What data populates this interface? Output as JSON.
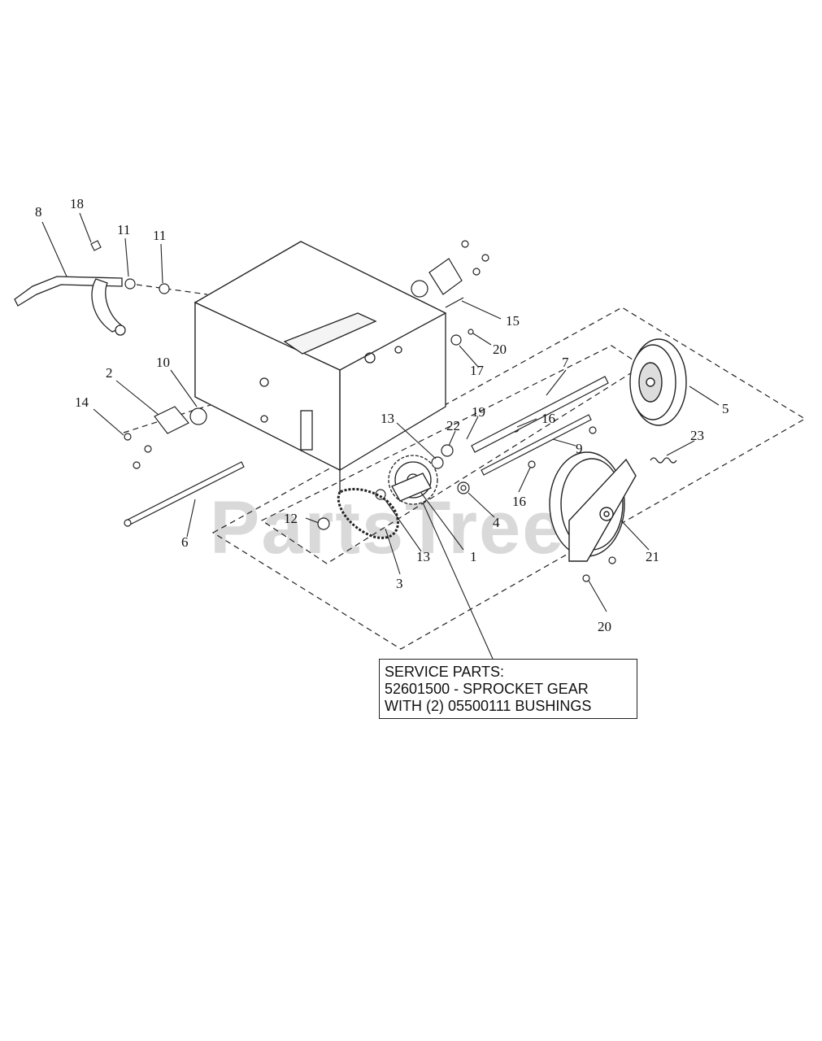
{
  "watermark": "PartsTree",
  "callouts": {
    "c8": "8",
    "c18": "18",
    "c11a": "11",
    "c11b": "11",
    "c15": "15",
    "c20a": "20",
    "c17": "17",
    "c7": "7",
    "c5": "5",
    "c2": "2",
    "c10": "10",
    "c14": "14",
    "c13a": "13",
    "c22": "22",
    "c19": "19",
    "c16a": "16",
    "c23": "23",
    "c9": "9",
    "c16b": "16",
    "c4": "4",
    "c12": "12",
    "c6": "6",
    "c13b": "13",
    "c1": "1",
    "c3": "3",
    "c21": "21",
    "c20b": "20"
  },
  "service_parts": {
    "line1": "SERVICE PARTS:",
    "line2": "52601500 - SPROCKET GEAR",
    "line3": "WITH (2) 05500111 BUSHINGS"
  },
  "colors": {
    "ink": "#222222",
    "watermark": "#d9d9d9",
    "paper": "#ffffff"
  }
}
